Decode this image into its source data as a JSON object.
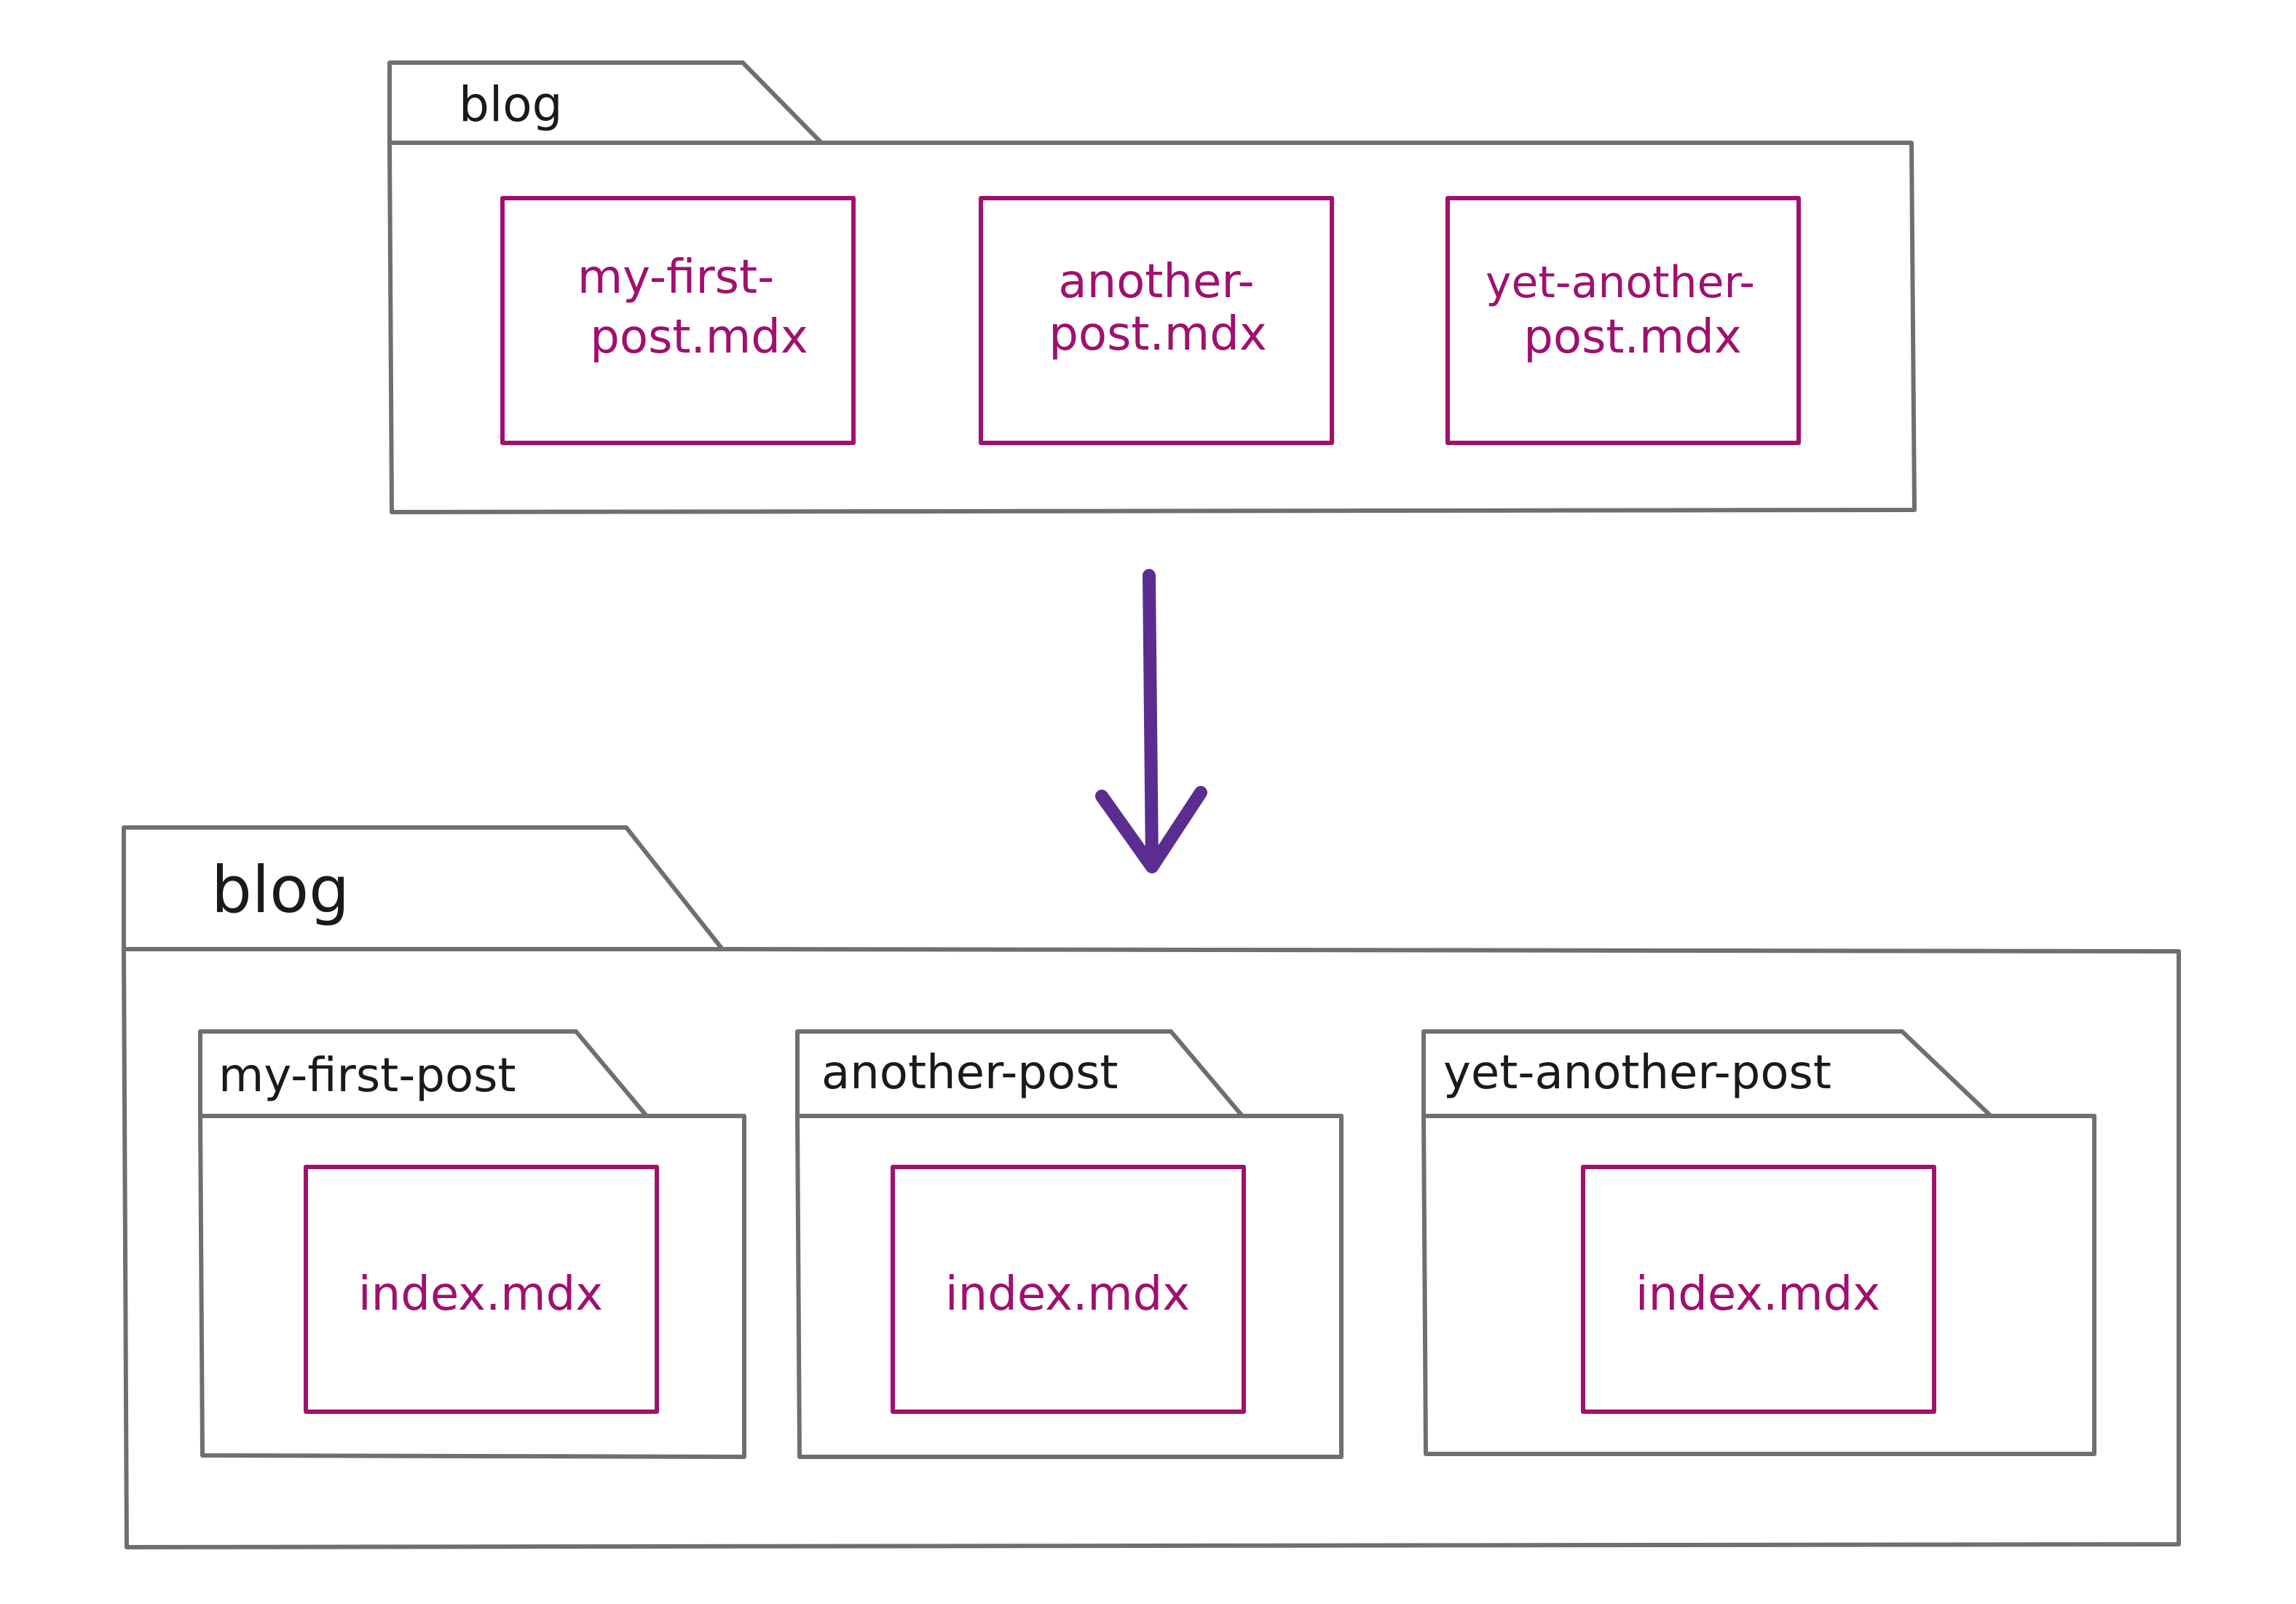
{
  "colors": {
    "folder_stroke": "#6f6f6f",
    "file_stroke": "#a0106f",
    "file_text": "#a0106f",
    "folder_text": "#1a1a1a",
    "arrow": "#5b2d91",
    "background": "#ffffff"
  },
  "before": {
    "folder_label": "blog",
    "files": [
      {
        "line1": "my-first-",
        "line2": "post.mdx"
      },
      {
        "line1": "another-",
        "line2": "post.mdx"
      },
      {
        "line1": "yet-another-",
        "line2": "post.mdx"
      }
    ]
  },
  "arrow": {
    "direction": "down",
    "icon": "down-arrow-icon"
  },
  "after": {
    "folder_label": "blog",
    "subfolders": [
      {
        "label": "my-first-post",
        "file": "index.mdx"
      },
      {
        "label": "another-post",
        "file": "index.mdx"
      },
      {
        "label": "yet-another-post",
        "file": "index.mdx"
      }
    ]
  }
}
